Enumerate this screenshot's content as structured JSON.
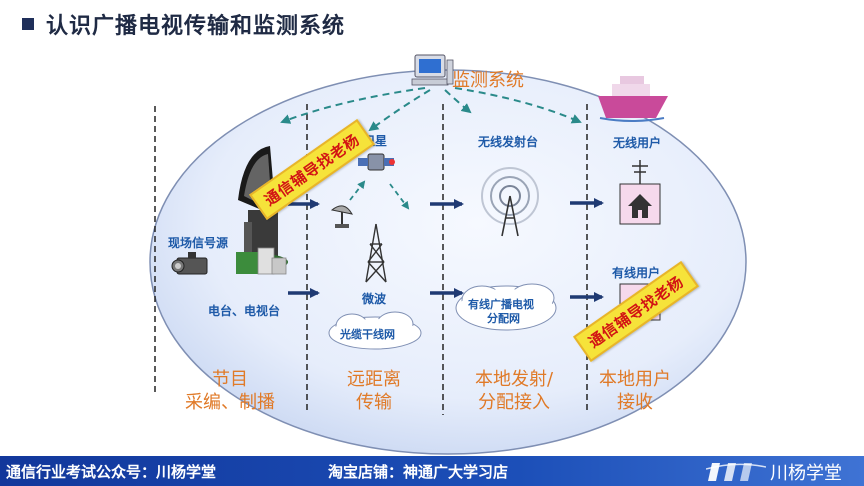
{
  "title": "认识广播电视传输和监测系统",
  "monitor_label": "监测系统",
  "nodes": {
    "satellite": "卫星",
    "wireless_tx": "无线发射台",
    "wireless_user": "无线用户",
    "field_source": "现场信号源",
    "wired_user": "有线用户",
    "station": "电台、电视台",
    "microwave": "微波",
    "cable_network_line1": "有线广播电视",
    "cable_network_line2": "分配网",
    "fiber": "光缆干线网"
  },
  "stages": [
    {
      "line1": "节目",
      "line2": "采编、制播"
    },
    {
      "line1": "远距离",
      "line2": "传输"
    },
    {
      "line1": "本地发射/",
      "line2": "分配接入"
    },
    {
      "line1": "本地用户",
      "line2": "接收"
    }
  ],
  "watermarks": [
    "通信辅导找老杨",
    "通信辅导找老杨"
  ],
  "footer": {
    "left": "通信行业考试公众号：川杨学堂",
    "middle": "淘宝店铺：神通广大学习店",
    "brand": "川杨学堂"
  },
  "colors": {
    "accent_blue": "#1e5aa8",
    "stage_orange": "#e07a28",
    "arrow_navy": "#1f3a73",
    "dashed_teal": "#2a8a8a",
    "watermark_bg": "#f6e33a",
    "watermark_text": "#d21414",
    "footer_bg": "#1c4fb8"
  }
}
